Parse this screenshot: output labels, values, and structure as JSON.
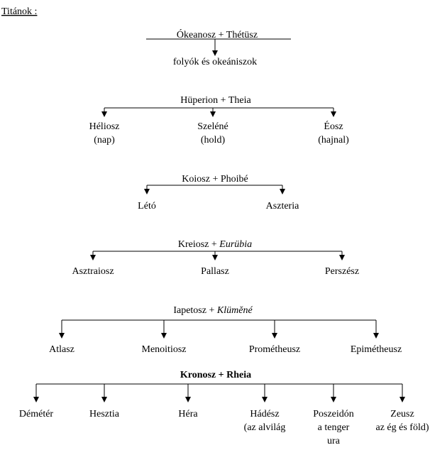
{
  "heading": "Titánok :",
  "families": [
    {
      "parent_a": "Ókeanosz",
      "connector": "+",
      "parent_b": "Thétüsz",
      "children": [
        {
          "lines": [
            "folyók és okeániszok"
          ]
        }
      ]
    },
    {
      "parent_a": "Hüperion",
      "connector": "+",
      "parent_b": "Theia",
      "children": [
        {
          "lines": [
            "Héliosz",
            "(nap)"
          ]
        },
        {
          "lines": [
            "Szeléné",
            "(hold)"
          ]
        },
        {
          "lines": [
            "Éosz",
            "(hajnal)"
          ]
        }
      ]
    },
    {
      "parent_a": "Koiosz",
      "connector": "+",
      "parent_b": "Phoibé",
      "children": [
        {
          "lines": [
            "Létó"
          ]
        },
        {
          "lines": [
            "Aszteria"
          ]
        }
      ]
    },
    {
      "parent_a": "Kreiosz",
      "connector": "+",
      "parent_b": "Eurübia",
      "parent_b_italic": true,
      "children": [
        {
          "lines": [
            "Asztraiosz"
          ]
        },
        {
          "lines": [
            "Pallasz"
          ]
        },
        {
          "lines": [
            "Perszész"
          ]
        }
      ]
    },
    {
      "parent_a": "Iapetosz",
      "connector": "+",
      "parent_b": "Klüměné",
      "parent_b_italic": true,
      "children": [
        {
          "lines": [
            "Atlasz"
          ]
        },
        {
          "lines": [
            "Menoitiosz"
          ]
        },
        {
          "lines": [
            "Prométheusz"
          ]
        },
        {
          "lines": [
            "Epimétheusz"
          ]
        }
      ]
    },
    {
      "parent_a": "Kronosz",
      "connector": "+",
      "parent_b": "Rheia",
      "bold": true,
      "children": [
        {
          "lines": [
            "Démétér"
          ]
        },
        {
          "lines": [
            "Hesztia"
          ]
        },
        {
          "lines": [
            "Héra"
          ]
        },
        {
          "lines": [
            "Hádész",
            "(az alvilág"
          ]
        },
        {
          "lines": [
            "Poszeidón",
            "a tenger",
            "ura"
          ]
        },
        {
          "lines": [
            "Zeusz",
            "az ég és föld)"
          ]
        }
      ]
    }
  ]
}
